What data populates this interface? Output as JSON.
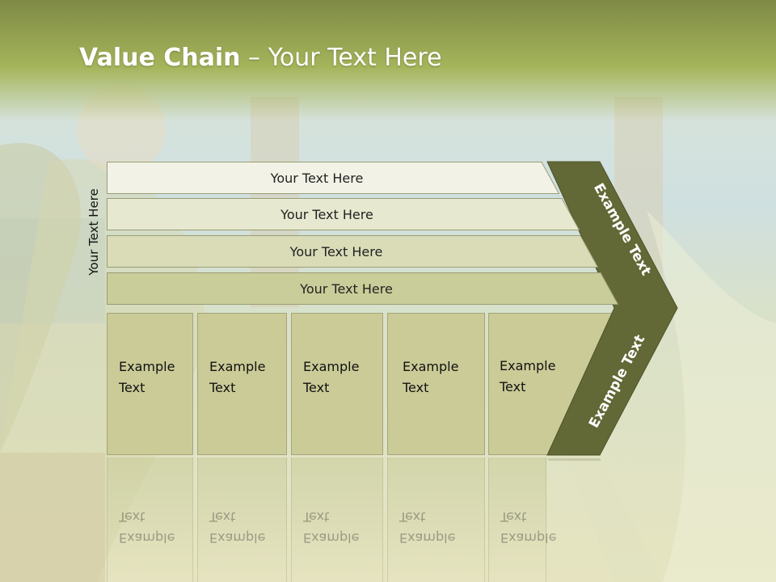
{
  "title": {
    "bold": "Value Chain",
    "rest": " – Your Text Here"
  },
  "side_label": "Your Text Here",
  "bars": [
    {
      "label": "Your Text Here"
    },
    {
      "label": "Your Text Here"
    },
    {
      "label": "Your Text Here"
    },
    {
      "label": "Your Text Here"
    }
  ],
  "boxes": [
    {
      "line1": "Example",
      "line2": "Text"
    },
    {
      "line1": "Example",
      "line2": "Text"
    },
    {
      "line1": "Example",
      "line2": "Text"
    },
    {
      "line1": "Example",
      "line2": "Text"
    },
    {
      "line1": "Example",
      "line2": "Text"
    }
  ],
  "arrow": {
    "top_label": "Example Text",
    "bottom_label": "Example Text"
  },
  "colors": {
    "header": "#8e9c4c",
    "arrow": "#626836",
    "bar_lightest": "#f2f3e6",
    "bar_light": "#e6e8cf",
    "bar_mid": "#dadcb8",
    "bar_dark": "#c9cd99",
    "box": "#cbcb98"
  }
}
